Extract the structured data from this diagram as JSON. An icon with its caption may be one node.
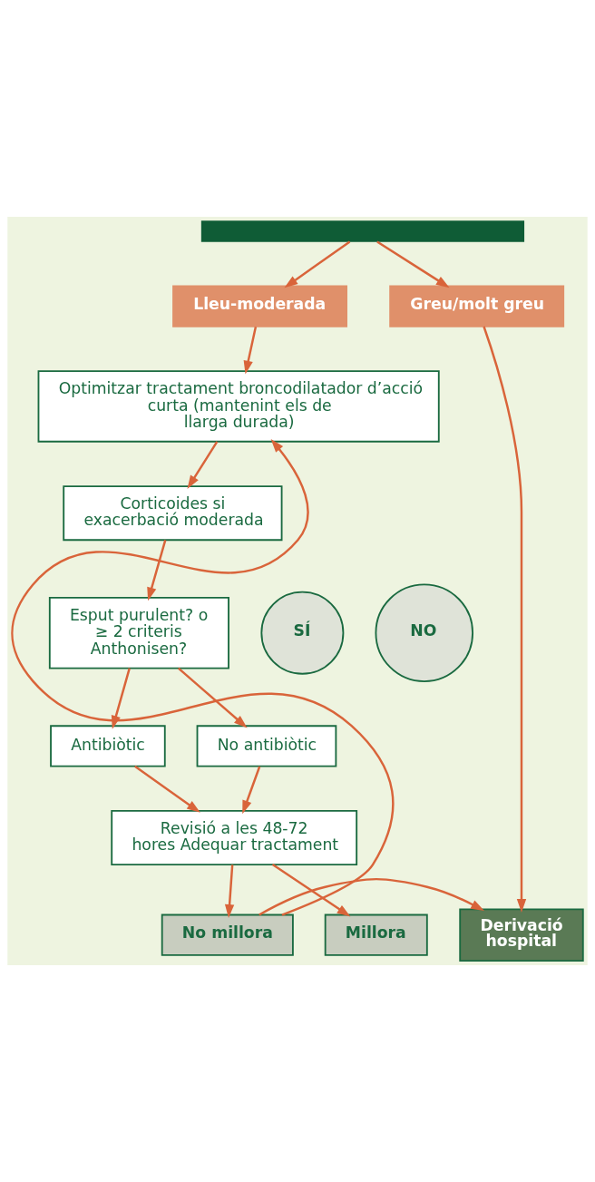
{
  "diagram": {
    "nodes": [
      {
        "text": [],
        "shape": "bar"
      },
      {
        "text": [
          "Lleu-moderada"
        ]
      },
      {
        "text": [
          "Greu/molt greu"
        ]
      },
      {
        "text": [
          "Optimitzar tractament broncodilatador d’acció curta (mantenint els de llarga durada)"
        ]
      },
      {
        "text": [
          "Corticoides si exacerbació moderada"
        ]
      },
      {
        "text": [
          "Esput purulent? o ≥ 2 criteris Anthonisen?"
        ]
      },
      {
        "text": [
          "SÍ"
        ]
      },
      {
        "text": [
          "NO"
        ]
      },
      {
        "text": [
          "Antibiòtic"
        ]
      },
      {
        "text": [
          "No antibiòtic"
        ]
      },
      {
        "text": [
          "Revisió a les 48-72 hores Adequar tractament"
        ]
      },
      {
        "text": [
          "Millora"
        ]
      },
      {
        "text": [
          "No millora"
        ]
      },
      {
        "text": [
          "Derivació hospital"
        ]
      }
    ],
    "edges": [
      {
        "from": 0,
        "to": 1,
        "arrow": "to"
      },
      {
        "from": 0,
        "to": 2,
        "arrow": "to"
      },
      {
        "from": 1,
        "to": 3,
        "arrow": "to"
      },
      {
        "from": 3,
        "to": 4,
        "arrow": "to"
      },
      {
        "from": 4,
        "to": 5,
        "arrow": "to"
      },
      {
        "from": 5,
        "to": 8,
        "arrow": "to"
      },
      {
        "from": 5,
        "to": 9,
        "arrow": "to"
      },
      {
        "from": 8,
        "to": 10,
        "arrow": "to"
      },
      {
        "from": 9,
        "to": 10,
        "arrow": "to"
      },
      {
        "from": 10,
        "to": 11,
        "arrow": "to"
      },
      {
        "from": 10,
        "to": 12,
        "arrow": "to"
      },
      {
        "from": 12,
        "to": 13,
        "arrow": "to"
      },
      {
        "from": 12,
        "to": 3,
        "arrow": "to"
      },
      {
        "from": 2,
        "to": 13,
        "arrow": "to"
      }
    ]
  }
}
